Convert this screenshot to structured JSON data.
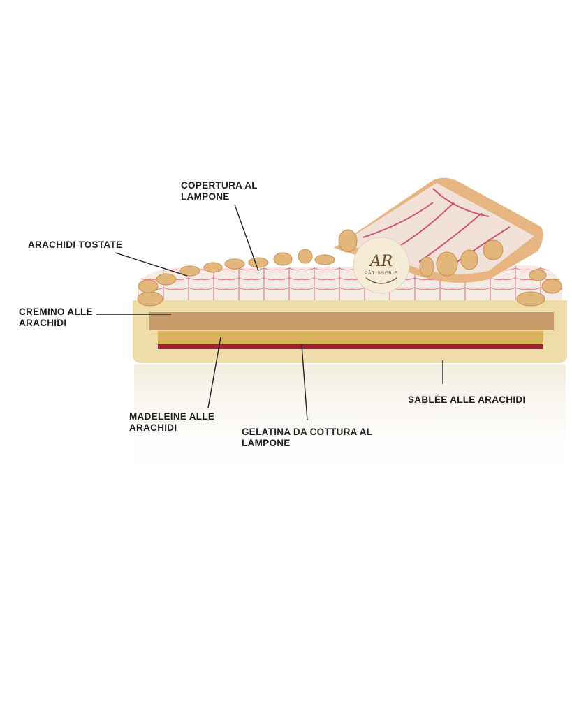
{
  "labels": {
    "copertura": {
      "line1": "COPERTURA AL",
      "line2": "LAMPONE"
    },
    "arachidi_tostate": {
      "line1": "ARACHIDI TOSTATE"
    },
    "cremino": {
      "line1": "CREMINO ALLE",
      "line2": "ARACHIDI"
    },
    "madeleine": {
      "line1": "MADELEINE ALLE",
      "line2": "ARACHIDI"
    },
    "gelatina": {
      "line1": "GELATINA DA COTTURA AL",
      "line2": "LAMPONE"
    },
    "sablee": {
      "line1": "SABLÉE ALLE ARACHIDI"
    }
  },
  "logo": {
    "monogram": "AR",
    "brand": "PÂTISSERIE"
  },
  "colors": {
    "caramel": "#c79a6a",
    "sponge": "#d9b25e",
    "jelly": "#9e1f3a",
    "sablee": "#f0dca8",
    "glaze": "#f4ebe2",
    "raspberry_lines": "#c8485e"
  }
}
